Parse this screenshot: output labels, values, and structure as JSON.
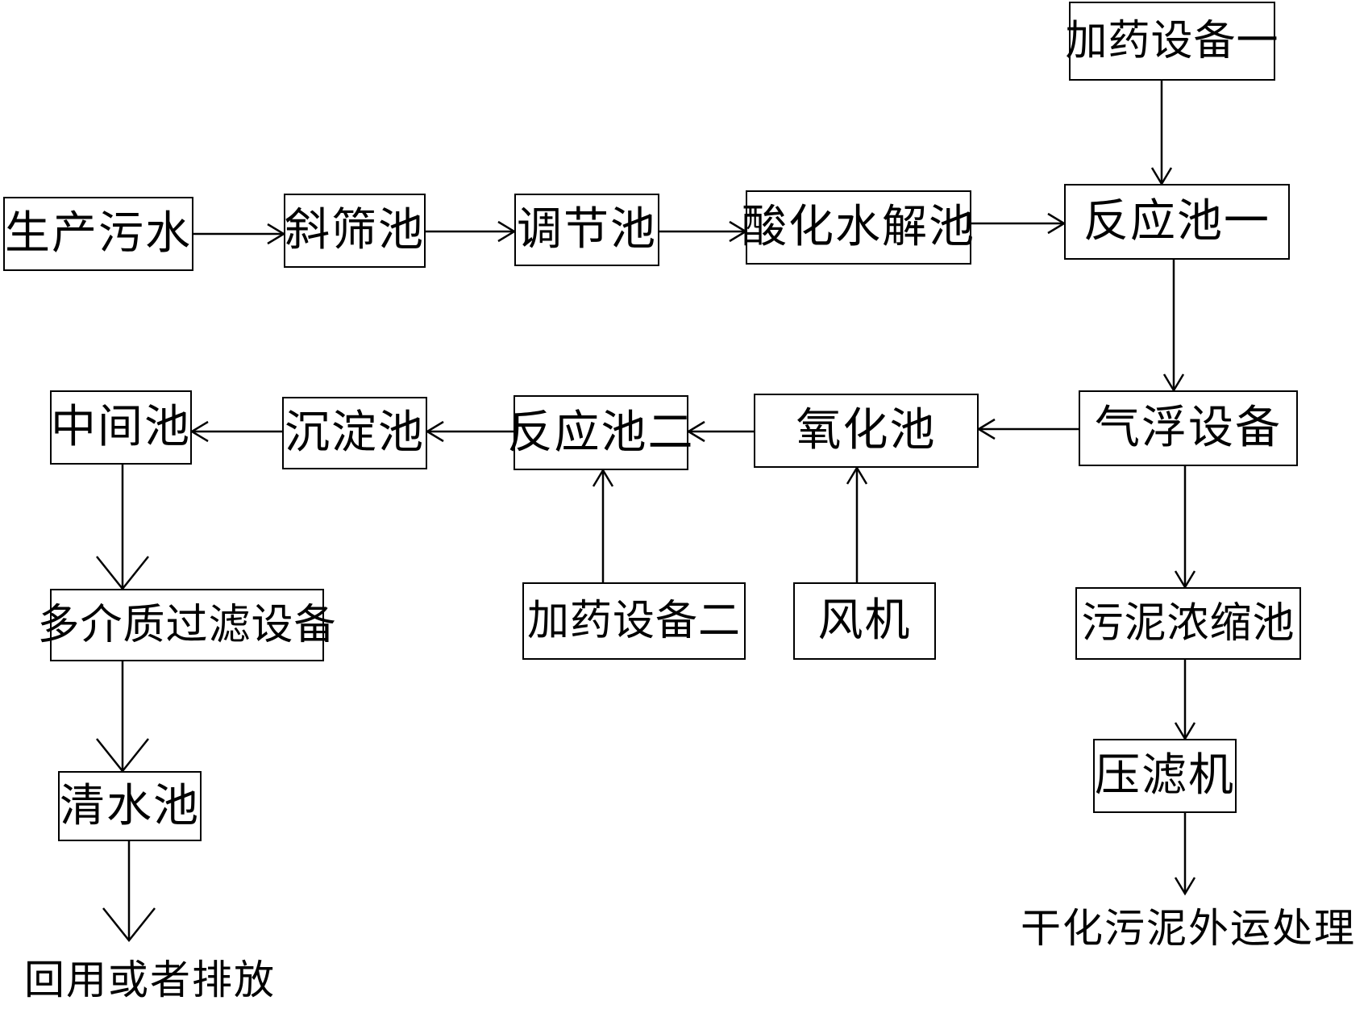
{
  "nodes": {
    "dosing_1": "加药设备一",
    "wastewater": "生产污水",
    "inclined_screen": "斜筛池",
    "regulating": "调节池",
    "hydrolysis": "酸化水解池",
    "reaction_1": "反应池一",
    "air_flotation": "气浮设备",
    "oxidation": "氧化池",
    "reaction_2": "反应池二",
    "sedimentation": "沉淀池",
    "intermediate": "中间池",
    "multimedia_filter": "多介质过滤设备",
    "dosing_2": "加药设备二",
    "blower": "风机",
    "sludge_thickener": "污泥浓缩池",
    "filter_press": "压滤机",
    "clear_water": "清水池",
    "reuse_or_discharge": "回用或者排放",
    "sludge_transport": "干化污泥外运处理"
  },
  "edges": [
    [
      "wastewater",
      "inclined_screen"
    ],
    [
      "inclined_screen",
      "regulating"
    ],
    [
      "regulating",
      "hydrolysis"
    ],
    [
      "hydrolysis",
      "reaction_1"
    ],
    [
      "dosing_1",
      "reaction_1"
    ],
    [
      "reaction_1",
      "air_flotation"
    ],
    [
      "air_flotation",
      "oxidation"
    ],
    [
      "oxidation",
      "reaction_2"
    ],
    [
      "reaction_2",
      "sedimentation"
    ],
    [
      "sedimentation",
      "intermediate"
    ],
    [
      "dosing_2",
      "reaction_2"
    ],
    [
      "blower",
      "oxidation"
    ],
    [
      "intermediate",
      "multimedia_filter"
    ],
    [
      "multimedia_filter",
      "clear_water"
    ],
    [
      "clear_water",
      "reuse_or_discharge"
    ],
    [
      "air_flotation",
      "sludge_thickener"
    ],
    [
      "sludge_thickener",
      "filter_press"
    ],
    [
      "filter_press",
      "sludge_transport"
    ]
  ]
}
